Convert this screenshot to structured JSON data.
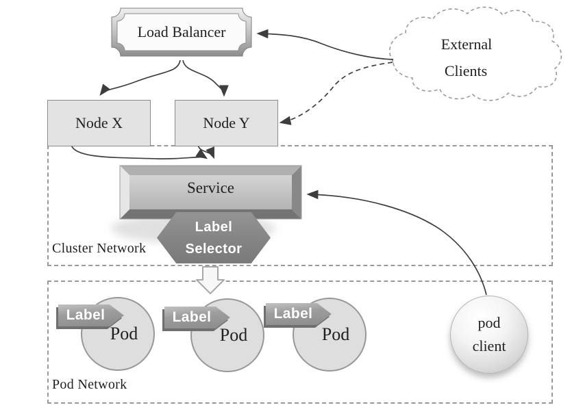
{
  "diagram": {
    "load_balancer": "Load Balancer",
    "external_clients": [
      "External",
      "Clients"
    ],
    "node_x": "Node X",
    "node_y": "Node Y",
    "service": "Service",
    "label_selector": [
      "Label",
      "Selector"
    ],
    "cluster_network": "Cluster Network",
    "pod_network": "Pod Network",
    "pods": [
      {
        "label": "Pod",
        "tag": "Label"
      },
      {
        "label": "Pod",
        "tag": "Label"
      },
      {
        "label": "Pod",
        "tag": "Label"
      }
    ],
    "pod_client": [
      "pod",
      "client"
    ]
  },
  "colors": {
    "text": "#1f1f1f",
    "line": "#3d3d3d",
    "dash": "#999999",
    "node-fill": "#e3e3e3",
    "node-border": "#8a8a8a",
    "pod-fill": "#dedede",
    "pod-border": "#979797",
    "banner-shadow": "#6f6f6f",
    "hex-fill": "#848484",
    "service-inner": "#c3c3c3",
    "plaque-frame": "#b5b5b5"
  }
}
